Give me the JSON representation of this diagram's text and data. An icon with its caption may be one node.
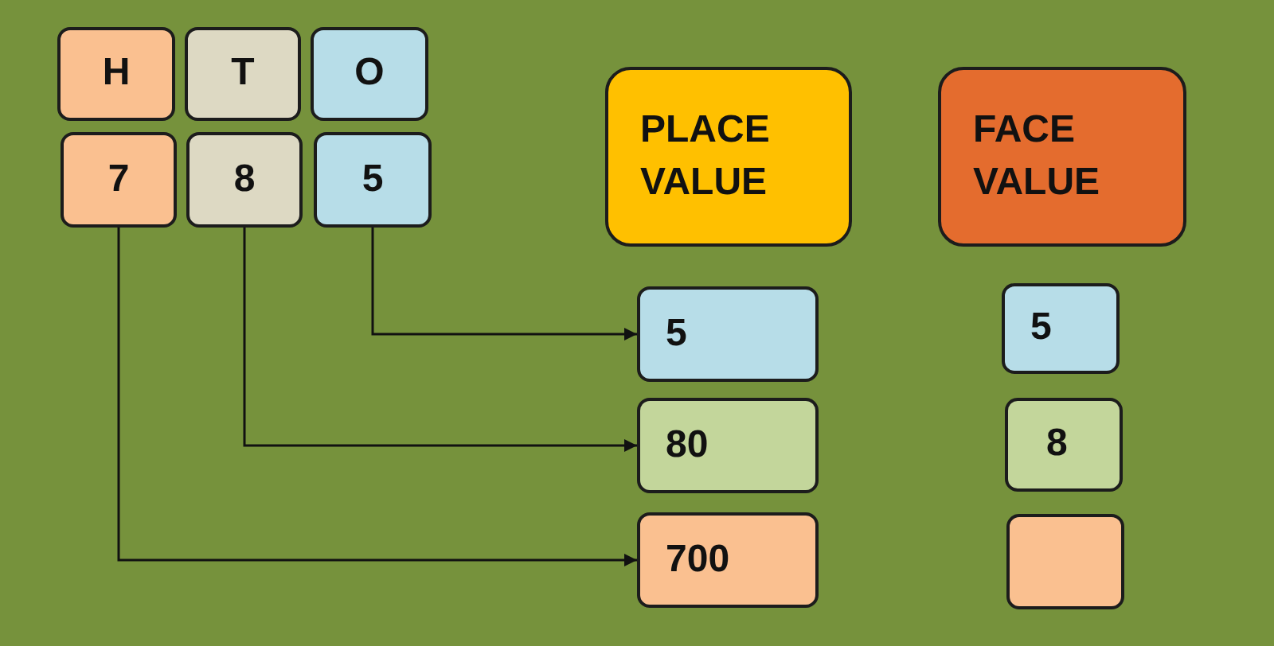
{
  "diagram": {
    "nodes": [
      {
        "text": [
          "H"
        ]
      },
      {
        "text": [
          "T"
        ]
      },
      {
        "text": [
          "O"
        ]
      },
      {
        "text": [
          "7"
        ]
      },
      {
        "text": [
          "8"
        ]
      },
      {
        "text": [
          "5"
        ]
      },
      {
        "text": [
          "PLACE VALUE"
        ]
      },
      {
        "text": [
          "FACE VALUE"
        ]
      },
      {
        "text": [
          "5"
        ]
      },
      {
        "text": [
          "80"
        ]
      },
      {
        "text": [
          "700"
        ]
      },
      {
        "text": [
          "5"
        ]
      },
      {
        "text": [
          "8"
        ]
      },
      {
        "text": [],
        "shape": "box"
      }
    ],
    "edges": [
      {
        "from": 5,
        "to": 8,
        "arrow": "to"
      },
      {
        "from": 4,
        "to": 9,
        "arrow": "to"
      },
      {
        "from": 3,
        "to": 10,
        "arrow": "to"
      }
    ]
  }
}
